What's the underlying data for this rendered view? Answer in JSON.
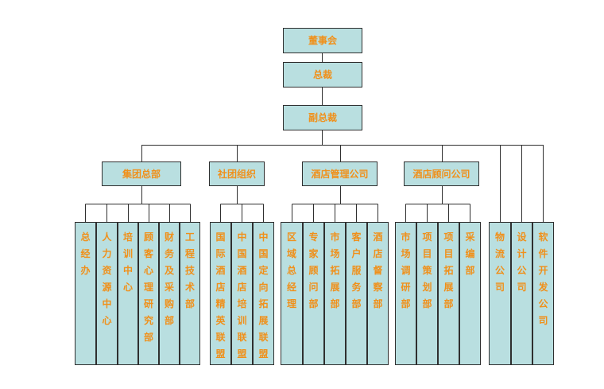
{
  "colors": {
    "box_fill": "#b9dfe0",
    "box_border": "#2f2f2f",
    "text": "#f0901a",
    "line": "#2f2f2f"
  },
  "top": {
    "board": "董事会",
    "president": "总裁",
    "vice_president": "副总裁"
  },
  "groups": [
    {
      "label": "集团总部",
      "children": [
        "总经办",
        "人力资源中心",
        "培训中心",
        "顾客心理研究部",
        "财务及采购部",
        "工程技术部"
      ]
    },
    {
      "label": "社团组织",
      "children": [
        "国际酒店精英联盟",
        "中国酒店培训联盟",
        "中国定向拓展联盟"
      ]
    },
    {
      "label": "酒店管理公司",
      "children": [
        "区域总经理",
        "专家顾问部",
        "市场拓展部",
        "客户服务部",
        "酒店督察部"
      ]
    },
    {
      "label": "酒店顾问公司",
      "children": [
        "市场调研部",
        "项目策划部",
        "项目拓展部",
        "采编部"
      ]
    }
  ],
  "standalone": [
    "物流公司",
    "设计公司",
    "软件开发公司"
  ]
}
